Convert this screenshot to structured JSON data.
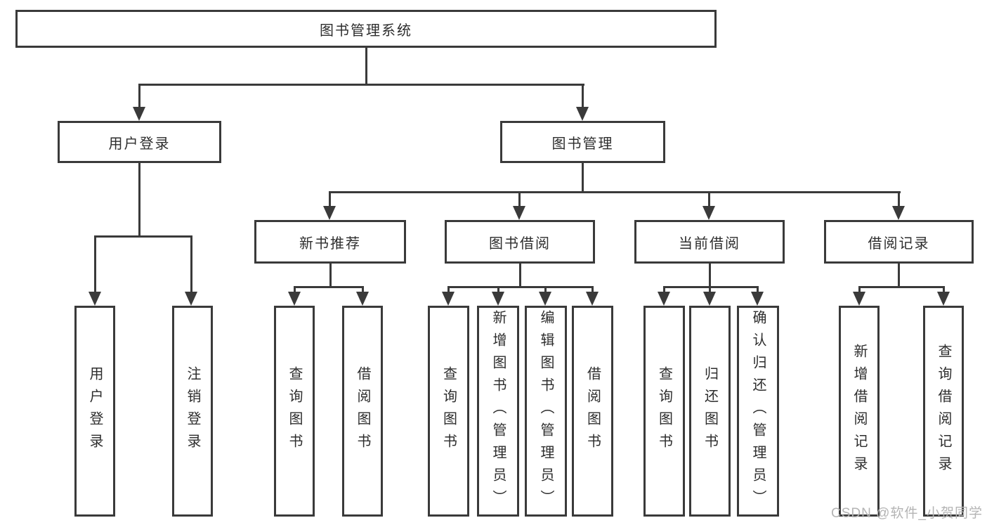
{
  "diagram": {
    "root": {
      "label": "图书管理系统"
    },
    "branches": [
      {
        "label": "用户登录",
        "leaves": [
          {
            "label": "用户登录"
          },
          {
            "label": "注销登录"
          }
        ]
      },
      {
        "label": "图书管理",
        "groups": [
          {
            "label": "新书推荐",
            "leaves": [
              {
                "label": "查询图书"
              },
              {
                "label": "借阅图书"
              }
            ]
          },
          {
            "label": "图书借阅",
            "leaves": [
              {
                "label": "查询图书"
              },
              {
                "label": "新增图书（管理员）"
              },
              {
                "label": "编辑图书（管理员）"
              },
              {
                "label": "借阅图书"
              }
            ]
          },
          {
            "label": "当前借阅",
            "leaves": [
              {
                "label": "查询图书"
              },
              {
                "label": "归还图书"
              },
              {
                "label": "确认归还（管理员）"
              }
            ]
          },
          {
            "label": "借阅记录",
            "leaves": [
              {
                "label": "新增借阅记录"
              },
              {
                "label": "查询借阅记录"
              }
            ]
          }
        ]
      }
    ],
    "watermark": "CSDN @软件_小贺同学",
    "colors": {
      "line": "#3a3a3a",
      "text": "#2d2d2d",
      "background": "#ffffff",
      "watermark": "#b4b4b4"
    }
  }
}
